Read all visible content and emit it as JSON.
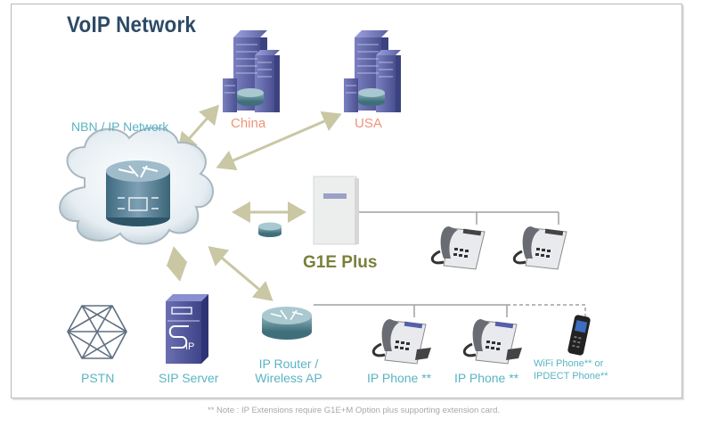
{
  "title": "VoIP Network",
  "colors": {
    "title": "#2c4a66",
    "node_label": "#5ab4c4",
    "city_label": "#ee9479",
    "pbx_label": "#7a7f3a",
    "arrow": "#c9c7a4",
    "wire": "#a0a0a0",
    "building": "#5a5fa0",
    "note": "#a8a8a8"
  },
  "nodes": {
    "network": {
      "label": "NBN / IP Network",
      "icon": "cloud-router-icon"
    },
    "china": {
      "label": "China",
      "icon": "building-icon"
    },
    "usa": {
      "label": "USA",
      "icon": "building-icon"
    },
    "g1e": {
      "label": "G1E Plus",
      "icon": "pbx-cabinet-icon"
    },
    "gateway_router": {
      "icon": "router-icon"
    },
    "pstn": {
      "label": "PSTN",
      "icon": "pstn-hexagon-icon"
    },
    "sip_server": {
      "label": "SIP Server",
      "icon": "sip-server-icon"
    },
    "ip_router": {
      "label_line1": "IP Router /",
      "label_line2": "Wireless AP",
      "icon": "router-icon"
    },
    "ip_phone_1": {
      "label": "IP Phone **",
      "icon": "desk-phone-icon"
    },
    "ip_phone_2": {
      "label": "IP Phone **",
      "icon": "desk-phone-icon"
    },
    "wifi_phone": {
      "label_line1": "WiFi Phone** or",
      "label_line2": "IPDECT Phone**",
      "icon": "mobile-phone-icon"
    },
    "extension_phone_1": {
      "icon": "desk-phone-icon"
    },
    "extension_phone_2": {
      "icon": "desk-phone-icon"
    }
  },
  "sip_icon_text": "IP",
  "note": "** Note : IP Extensions require G1E+M Option plus supporting extension card."
}
